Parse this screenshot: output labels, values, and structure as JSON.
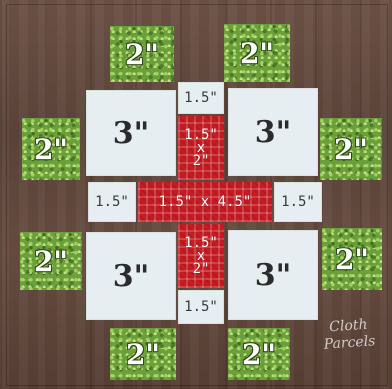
{
  "squares_2in": {
    "label": "2\"",
    "top_left": "2\"",
    "top_right": "2\"",
    "left_upper": "2\"",
    "right_upper": "2\"",
    "left_lower": "2\"",
    "right_lower": "2\"",
    "bottom_left": "2\"",
    "bottom_right": "2\""
  },
  "squares_3in": {
    "top_left": "3\"",
    "top_right": "3\"",
    "bottom_left": "3\"",
    "bottom_right": "3\""
  },
  "white_1_5": {
    "top": "1.5\"",
    "left": "1.5\"",
    "right": "1.5\"",
    "bottom": "1.5\""
  },
  "red_center": {
    "label": "1.5\" x 4.5\""
  },
  "red_upper": {
    "line1": "1.5\"",
    "line2": "x",
    "line3": "2\""
  },
  "red_lower": {
    "line1": "1.5\"",
    "line2": "x",
    "line3": "2\""
  },
  "watermark": {
    "line1": "Cloth",
    "line2": "Parcels"
  },
  "colors": {
    "green": "#6aa03a",
    "red": "#c51c23",
    "white": "#e6eef1",
    "wood": "#5e463b"
  }
}
